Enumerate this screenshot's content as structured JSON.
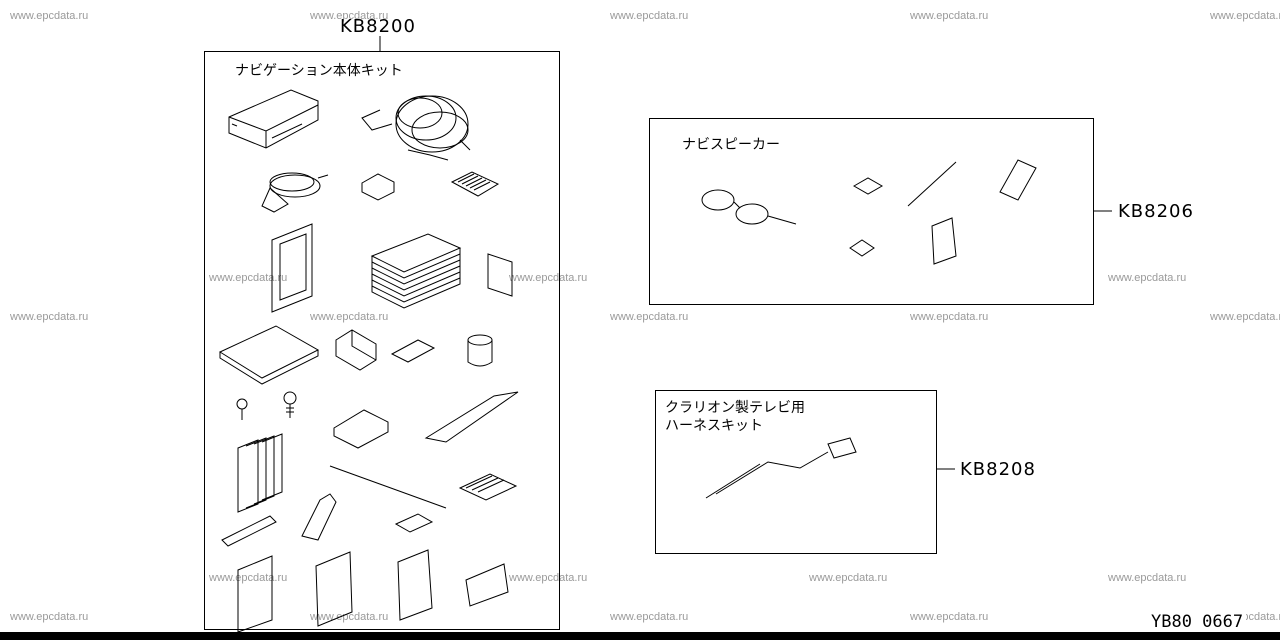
{
  "watermark": "www.epcdata.ru",
  "kits": [
    {
      "code": "KB8200",
      "caption": "ナビゲーション本体キット"
    },
    {
      "code": "KB8206",
      "caption": "ナビスピーカー"
    },
    {
      "code": "KB8208",
      "caption_line1": "クラリオン製テレビ用",
      "caption_line2": "ハーネスキット"
    }
  ],
  "diagram_ref": "YB80 0667"
}
